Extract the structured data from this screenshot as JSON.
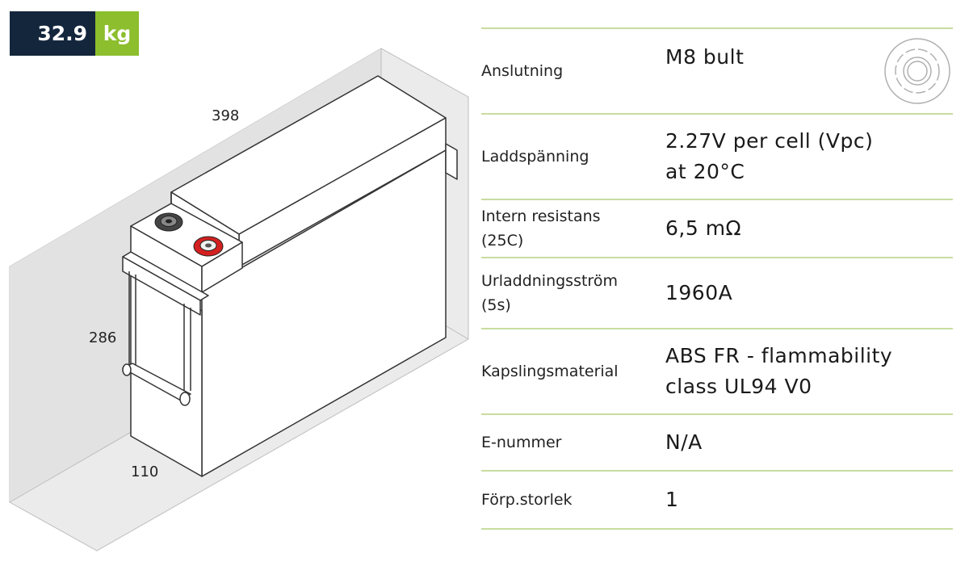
{
  "weight": {
    "value": "32.9",
    "unit": "kg"
  },
  "dimensions": {
    "length": "398",
    "height": "286",
    "width": "110"
  },
  "specs": [
    {
      "key": "anslutning",
      "label": "Anslutning",
      "value": "M8 bult"
    },
    {
      "key": "laddspanning",
      "label": "Laddspänning",
      "value": "2.27V per cell (Vpc)\nat 20°C"
    },
    {
      "key": "intern-resistans",
      "label": "Intern resistans\n(25C)",
      "value": "6,5 mΩ"
    },
    {
      "key": "urladdningsstrom",
      "label": "Urladdningsström\n(5s)",
      "value": "1960A"
    },
    {
      "key": "kapslingsmaterial",
      "label": "Kapslingsmaterial",
      "value": "ABS FR - flammability\nclass UL94 V0"
    },
    {
      "key": "e-nummer",
      "label": "E-nummer",
      "value": "N/A"
    },
    {
      "key": "forp-storlek",
      "label": "Förp.storlek",
      "value": "1"
    }
  ],
  "colors": {
    "navy": "#13263c",
    "green": "#8cbe2e",
    "divider": "#c8dca0",
    "terminal_positive": "#d42020"
  },
  "icons": {
    "connector": "m8-bolt-terminal-icon"
  }
}
